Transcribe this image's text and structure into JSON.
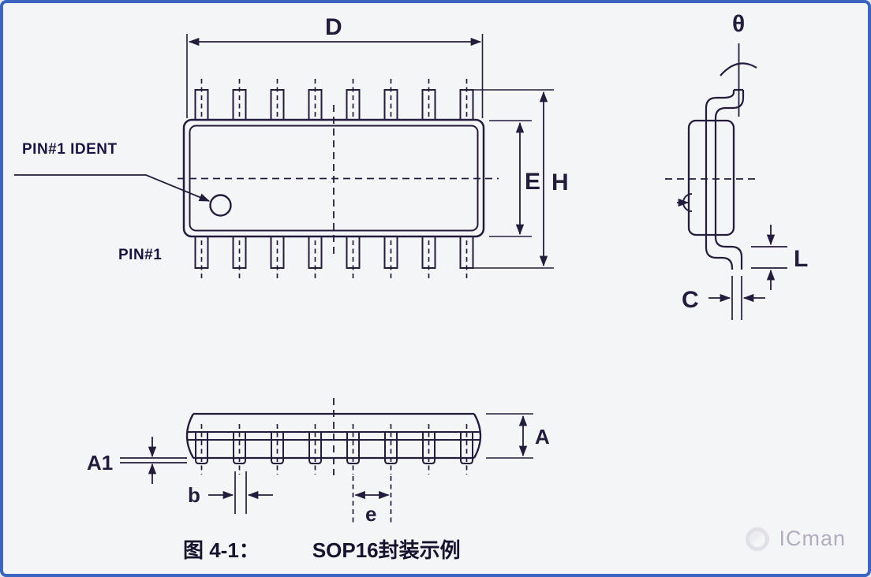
{
  "page": {
    "background": "#f4f5f7",
    "border_color": "#3a66c2",
    "line_color": "#241c3c"
  },
  "diagram": {
    "kind": "IC package outline drawing",
    "package": "SOP16",
    "pins_per_side": 8,
    "views": {
      "top_view": {
        "dimension_labels": {
          "width": "D",
          "body_span": "E",
          "lead_span": "H"
        },
        "pin1_ident_label": "PIN#1 IDENT",
        "pin1_label": "PIN#1"
      },
      "side_view": {
        "dimension_labels": {
          "lead_angle": "θ",
          "foot_length": "L",
          "lead_thickness": "C"
        }
      },
      "front_view": {
        "dimension_labels": {
          "overall_height": "A",
          "standoff": "A1",
          "lead_width": "b",
          "lead_pitch": "e"
        }
      }
    }
  },
  "caption": {
    "figure_number": "图 4-1：",
    "title": "SOP16封装示例"
  },
  "watermark": {
    "text": "ICman"
  }
}
